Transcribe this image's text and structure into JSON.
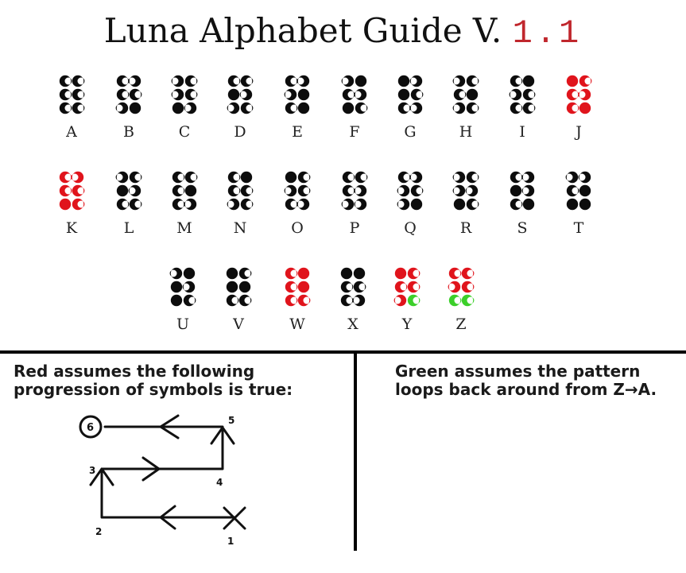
{
  "title": {
    "text": "Luna Alphabet Guide V.",
    "version": "1.1"
  },
  "colors": {
    "black": "#0d0d0d",
    "red": "#e0141c",
    "green": "#3ccf2a"
  },
  "letters": [
    {
      "label": "A",
      "rows": [
        [
          "C",
          "C"
        ],
        [
          "C",
          "C"
        ],
        [
          "C",
          "C"
        ]
      ],
      "colors": [
        [
          "k",
          "k"
        ],
        [
          "k",
          "k"
        ],
        [
          "k",
          "k"
        ]
      ]
    },
    {
      "label": "B",
      "rows": [
        [
          "C",
          "D"
        ],
        [
          "C",
          "C"
        ],
        [
          "D",
          "F"
        ]
      ],
      "colors": [
        [
          "k",
          "k"
        ],
        [
          "k",
          "k"
        ],
        [
          "k",
          "k"
        ]
      ]
    },
    {
      "label": "C",
      "rows": [
        [
          "D",
          "C"
        ],
        [
          "D",
          "C"
        ],
        [
          "F",
          "D"
        ]
      ],
      "colors": [
        [
          "k",
          "k"
        ],
        [
          "k",
          "k"
        ],
        [
          "k",
          "k"
        ]
      ]
    },
    {
      "label": "D",
      "rows": [
        [
          "C",
          "C"
        ],
        [
          "F",
          "D"
        ],
        [
          "D",
          "C"
        ]
      ],
      "colors": [
        [
          "k",
          "k"
        ],
        [
          "k",
          "k"
        ],
        [
          "k",
          "k"
        ]
      ]
    },
    {
      "label": "E",
      "rows": [
        [
          "C",
          "D"
        ],
        [
          "D",
          "F"
        ],
        [
          "C",
          "F"
        ]
      ],
      "colors": [
        [
          "k",
          "k"
        ],
        [
          "k",
          "k"
        ],
        [
          "k",
          "k"
        ]
      ]
    },
    {
      "label": "F",
      "rows": [
        [
          "D",
          "F"
        ],
        [
          "C",
          "D"
        ],
        [
          "F",
          "C"
        ]
      ],
      "colors": [
        [
          "k",
          "k"
        ],
        [
          "k",
          "k"
        ],
        [
          "k",
          "k"
        ]
      ]
    },
    {
      "label": "G",
      "rows": [
        [
          "F",
          "D"
        ],
        [
          "F",
          "C"
        ],
        [
          "C",
          "D"
        ]
      ],
      "colors": [
        [
          "k",
          "k"
        ],
        [
          "k",
          "k"
        ],
        [
          "k",
          "k"
        ]
      ]
    },
    {
      "label": "H",
      "rows": [
        [
          "D",
          "C"
        ],
        [
          "C",
          "F"
        ],
        [
          "D",
          "C"
        ]
      ],
      "colors": [
        [
          "k",
          "k"
        ],
        [
          "k",
          "k"
        ],
        [
          "k",
          "k"
        ]
      ]
    },
    {
      "label": "I",
      "rows": [
        [
          "C",
          "F"
        ],
        [
          "D",
          "C"
        ],
        [
          "C",
          "C"
        ]
      ],
      "colors": [
        [
          "k",
          "k"
        ],
        [
          "k",
          "k"
        ],
        [
          "k",
          "k"
        ]
      ]
    },
    {
      "label": "J",
      "rows": [
        [
          "F",
          "C"
        ],
        [
          "C",
          "D"
        ],
        [
          "C",
          "F"
        ]
      ],
      "colors": [
        [
          "r",
          "r"
        ],
        [
          "r",
          "r"
        ],
        [
          "r",
          "r"
        ]
      ]
    },
    {
      "label": "K",
      "rows": [
        [
          "C",
          "D"
        ],
        [
          "C",
          "C"
        ],
        [
          "F",
          "C"
        ]
      ],
      "colors": [
        [
          "r",
          "r"
        ],
        [
          "r",
          "r"
        ],
        [
          "r",
          "r"
        ]
      ]
    },
    {
      "label": "L",
      "rows": [
        [
          "D",
          "C"
        ],
        [
          "F",
          "D"
        ],
        [
          "C",
          "C"
        ]
      ],
      "colors": [
        [
          "k",
          "k"
        ],
        [
          "k",
          "k"
        ],
        [
          "k",
          "k"
        ]
      ]
    },
    {
      "label": "M",
      "rows": [
        [
          "C",
          "C"
        ],
        [
          "C",
          "F"
        ],
        [
          "C",
          "D"
        ]
      ],
      "colors": [
        [
          "k",
          "k"
        ],
        [
          "k",
          "k"
        ],
        [
          "k",
          "k"
        ]
      ]
    },
    {
      "label": "N",
      "rows": [
        [
          "C",
          "F"
        ],
        [
          "C",
          "C"
        ],
        [
          "D",
          "C"
        ]
      ],
      "colors": [
        [
          "k",
          "k"
        ],
        [
          "k",
          "k"
        ],
        [
          "k",
          "k"
        ]
      ]
    },
    {
      "label": "O",
      "rows": [
        [
          "F",
          "C"
        ],
        [
          "D",
          "C"
        ],
        [
          "C",
          "D"
        ]
      ],
      "colors": [
        [
          "k",
          "k"
        ],
        [
          "k",
          "k"
        ],
        [
          "k",
          "k"
        ]
      ]
    },
    {
      "label": "P",
      "rows": [
        [
          "C",
          "C"
        ],
        [
          "C",
          "D"
        ],
        [
          "D",
          "D"
        ]
      ],
      "colors": [
        [
          "k",
          "k"
        ],
        [
          "k",
          "k"
        ],
        [
          "k",
          "k"
        ]
      ]
    },
    {
      "label": "Q",
      "rows": [
        [
          "C",
          "D"
        ],
        [
          "D",
          "C"
        ],
        [
          "D",
          "F"
        ]
      ],
      "colors": [
        [
          "k",
          "k"
        ],
        [
          "k",
          "k"
        ],
        [
          "k",
          "k"
        ]
      ]
    },
    {
      "label": "R",
      "rows": [
        [
          "D",
          "C"
        ],
        [
          "D",
          "D"
        ],
        [
          "F",
          "C"
        ]
      ],
      "colors": [
        [
          "k",
          "k"
        ],
        [
          "k",
          "k"
        ],
        [
          "k",
          "k"
        ]
      ]
    },
    {
      "label": "S",
      "rows": [
        [
          "C",
          "D"
        ],
        [
          "F",
          "D"
        ],
        [
          "C",
          "F"
        ]
      ],
      "colors": [
        [
          "k",
          "k"
        ],
        [
          "k",
          "k"
        ],
        [
          "k",
          "k"
        ]
      ]
    },
    {
      "label": "T",
      "rows": [
        [
          "D",
          "D"
        ],
        [
          "C",
          "F"
        ],
        [
          "F",
          "F"
        ]
      ],
      "colors": [
        [
          "k",
          "k"
        ],
        [
          "k",
          "k"
        ],
        [
          "k",
          "k"
        ]
      ]
    },
    {
      "label": "U",
      "rows": [
        [
          "D",
          "F"
        ],
        [
          "F",
          "D"
        ],
        [
          "F",
          "C"
        ]
      ],
      "colors": [
        [
          "k",
          "k"
        ],
        [
          "k",
          "k"
        ],
        [
          "k",
          "k"
        ]
      ]
    },
    {
      "label": "V",
      "rows": [
        [
          "F",
          "C"
        ],
        [
          "F",
          "F"
        ],
        [
          "C",
          "C"
        ]
      ],
      "colors": [
        [
          "k",
          "k"
        ],
        [
          "k",
          "k"
        ],
        [
          "k",
          "k"
        ]
      ]
    },
    {
      "label": "W",
      "rows": [
        [
          "C",
          "F"
        ],
        [
          "C",
          "F"
        ],
        [
          "C",
          "C"
        ]
      ],
      "colors": [
        [
          "r",
          "r"
        ],
        [
          "r",
          "r"
        ],
        [
          "r",
          "r"
        ]
      ]
    },
    {
      "label": "X",
      "rows": [
        [
          "F",
          "F"
        ],
        [
          "C",
          "C"
        ],
        [
          "C",
          "D"
        ]
      ],
      "colors": [
        [
          "k",
          "k"
        ],
        [
          "k",
          "k"
        ],
        [
          "k",
          "k"
        ]
      ]
    },
    {
      "label": "Y",
      "rows": [
        [
          "F",
          "C"
        ],
        [
          "C",
          "C"
        ],
        [
          "D",
          "C"
        ]
      ],
      "colors": [
        [
          "r",
          "r"
        ],
        [
          "r",
          "r"
        ],
        [
          "r",
          "g"
        ]
      ]
    },
    {
      "label": "Z",
      "rows": [
        [
          "C",
          "C"
        ],
        [
          "D",
          "C"
        ],
        [
          "C",
          "C"
        ]
      ],
      "colors": [
        [
          "r",
          "r"
        ],
        [
          "r",
          "r"
        ],
        [
          "g",
          "g"
        ]
      ]
    }
  ],
  "notes": {
    "red": "Red assumes the following progression of symbols is true:",
    "green": "Green assumes the pattern loops back around from Z→A."
  },
  "diagram": {
    "labels": [
      "1",
      "2",
      "3",
      "4",
      "5",
      "6"
    ]
  }
}
